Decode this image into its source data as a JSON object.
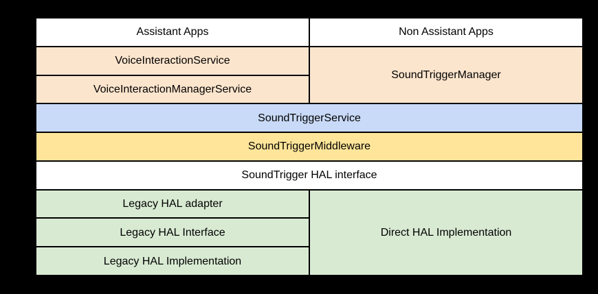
{
  "diagram": {
    "colors": {
      "canvas_bg": "#000000",
      "grid_line": "#000000",
      "text": "#000000",
      "white": "#ffffff",
      "peach": "#fce5cd",
      "blue": "#c9daf8",
      "yellow": "#ffe599",
      "green": "#d9ead3"
    },
    "cells": {
      "assistant_apps": {
        "label": "Assistant Apps",
        "bg": "#ffffff"
      },
      "non_assistant_apps": {
        "label": "Non Assistant Apps",
        "bg": "#ffffff"
      },
      "voice_interaction_service": {
        "label": "VoiceInteractionService",
        "bg": "#fce5cd"
      },
      "voice_interaction_manager_service": {
        "label": "VoiceInteractionManagerService",
        "bg": "#fce5cd"
      },
      "sound_trigger_manager": {
        "label": "SoundTriggerManager",
        "bg": "#fce5cd"
      },
      "sound_trigger_service": {
        "label": "SoundTriggerService",
        "bg": "#c9daf8"
      },
      "sound_trigger_middleware": {
        "label": "SoundTriggerMiddleware",
        "bg": "#ffe599"
      },
      "sound_trigger_hal_interface": {
        "label": "SoundTrigger HAL interface",
        "bg": "#ffffff"
      },
      "legacy_hal_adapter": {
        "label": "Legacy HAL adapter",
        "bg": "#d9ead3"
      },
      "legacy_hal_interface": {
        "label": "Legacy HAL Interface",
        "bg": "#d9ead3"
      },
      "legacy_hal_implementation": {
        "label": "Legacy HAL Implementation",
        "bg": "#d9ead3"
      },
      "direct_hal_implementation": {
        "label": "Direct HAL Implementation",
        "bg": "#d9ead3"
      }
    }
  }
}
